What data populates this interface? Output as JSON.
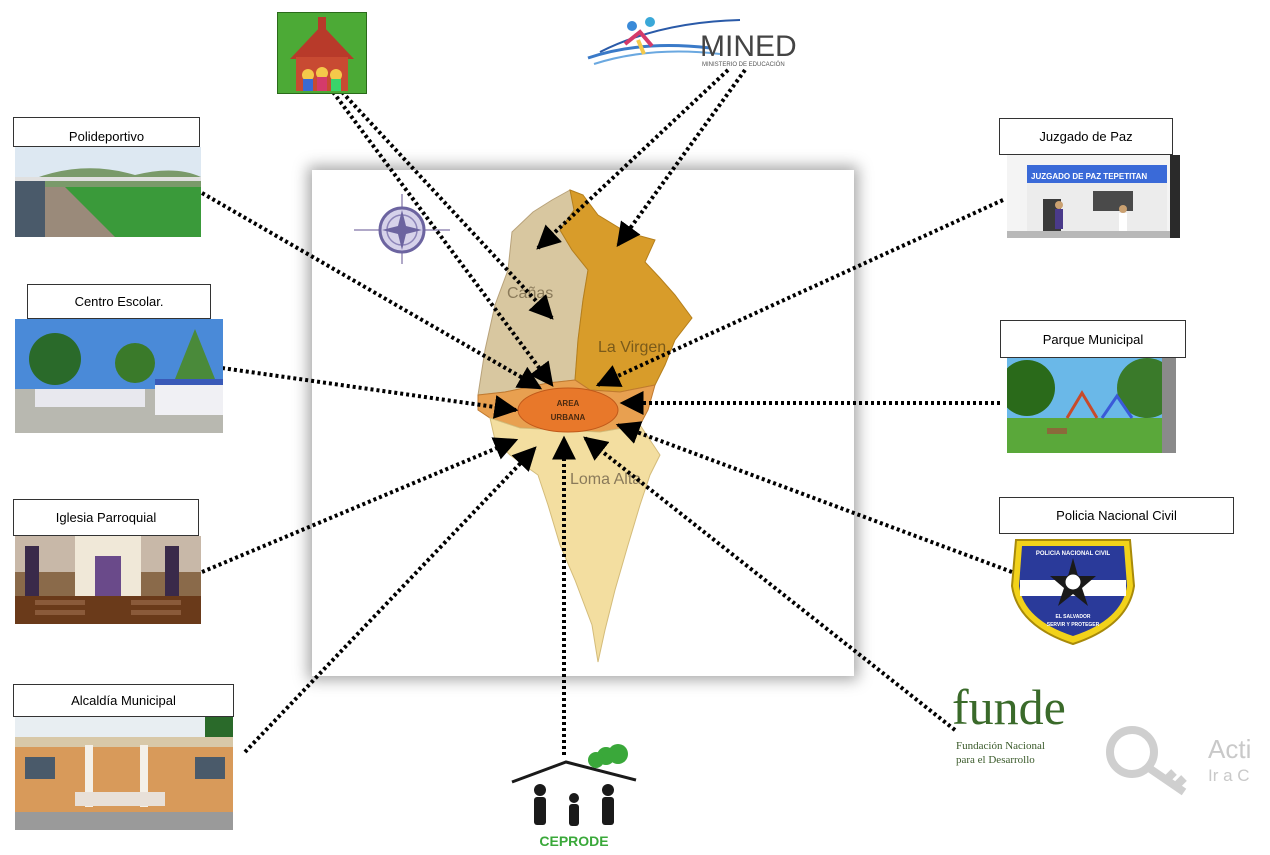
{
  "labels": {
    "polideportivo": "Polideportivo",
    "centro_escolar": "Centro Escolar.",
    "iglesia": "Iglesia Parroquial",
    "alcaldia": "Alcaldía Municipal",
    "juzgado": "Juzgado de Paz",
    "parque": "Parque Municipal",
    "policia": "Policia Nacional Civil"
  },
  "map": {
    "regions": {
      "canas": "Cañas",
      "la_virgen": "La Virgen",
      "loma_alta": "Loma Alta"
    },
    "center_line1": "AREA",
    "center_line2": "URBANA"
  },
  "logos": {
    "mined_title": "MINED",
    "mined_subtitle": "MINISTERIO DE EDUCACIÓN",
    "funde_title": "funde",
    "funde_line1": "Fundación Nacional",
    "funde_line2": "para el Desarrollo",
    "ceprode": "CEPRODE",
    "juzgado_sign": "JUZGADO DE PAZ TEPETITAN",
    "policia_top": "POLICIA NACIONAL CIVIL",
    "policia_mid": "EL SALVADOR",
    "policia_bottom": "SERVIR Y PROTEGER"
  },
  "watermark": {
    "line1": "Acti",
    "line2": "Ir a C"
  },
  "colors": {
    "canas": "#d8c7a0",
    "la_virgen": "#d89c2a",
    "loma_alta": "#f3dea0",
    "urban": "#e8782a",
    "arrow": "#000000"
  }
}
